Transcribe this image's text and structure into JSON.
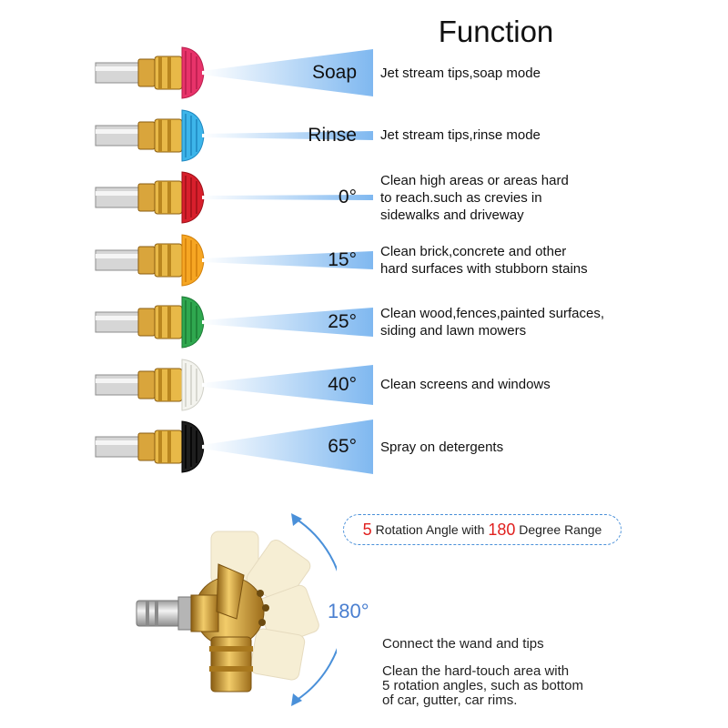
{
  "title": "Function",
  "tips": [
    {
      "label": "Soap",
      "color": "#e8336a",
      "dark": "#b81d4c",
      "spread": 26,
      "desc": [
        "Jet stream tips,soap mode"
      ]
    },
    {
      "label": "Rinse",
      "color": "#3db5ea",
      "dark": "#1e87c0",
      "spread": 5,
      "desc": [
        "Jet stream tips,rinse mode"
      ]
    },
    {
      "label": "0°",
      "color": "#d81f2c",
      "dark": "#9c1018",
      "spread": 3,
      "desc": [
        "Clean high areas or areas hard",
        "to reach.such as crevies in",
        "sidewalks and driveway"
      ]
    },
    {
      "label": "15°",
      "color": "#f6a623",
      "dark": "#d07f0a",
      "spread": 10,
      "desc": [
        "Clean brick,concrete and other",
        "hard surfaces with stubborn stains"
      ]
    },
    {
      "label": "25°",
      "color": "#2fa84f",
      "dark": "#1b7a34",
      "spread": 16,
      "desc": [
        "Clean wood,fences,painted surfaces,",
        "siding and lawn mowers"
      ]
    },
    {
      "label": "40°",
      "color": "#f4f4ef",
      "dark": "#cfcfc6",
      "spread": 22,
      "desc": [
        "Clean screens and windows"
      ]
    },
    {
      "label": "65°",
      "color": "#1e1e1e",
      "dark": "#000000",
      "spread": 30,
      "desc": [
        "Spray on detergents"
      ]
    }
  ],
  "rotation": {
    "count": "5",
    "text1": " Rotation Angle with ",
    "range": "180",
    "text2": " Degree Range",
    "angle_label": "180°"
  },
  "connect_text": "Connect the wand and tips",
  "clean_text": [
    "Clean the hard-touch area with",
    "5 rotation angles, such as bottom",
    "of car, gutter, car rims."
  ],
  "colors": {
    "spray": "#7fb8f0",
    "brass": "#d9a53c",
    "steel": "#c9c9c9",
    "accent_blue": "#4a90d9",
    "red": "#e0201e"
  }
}
